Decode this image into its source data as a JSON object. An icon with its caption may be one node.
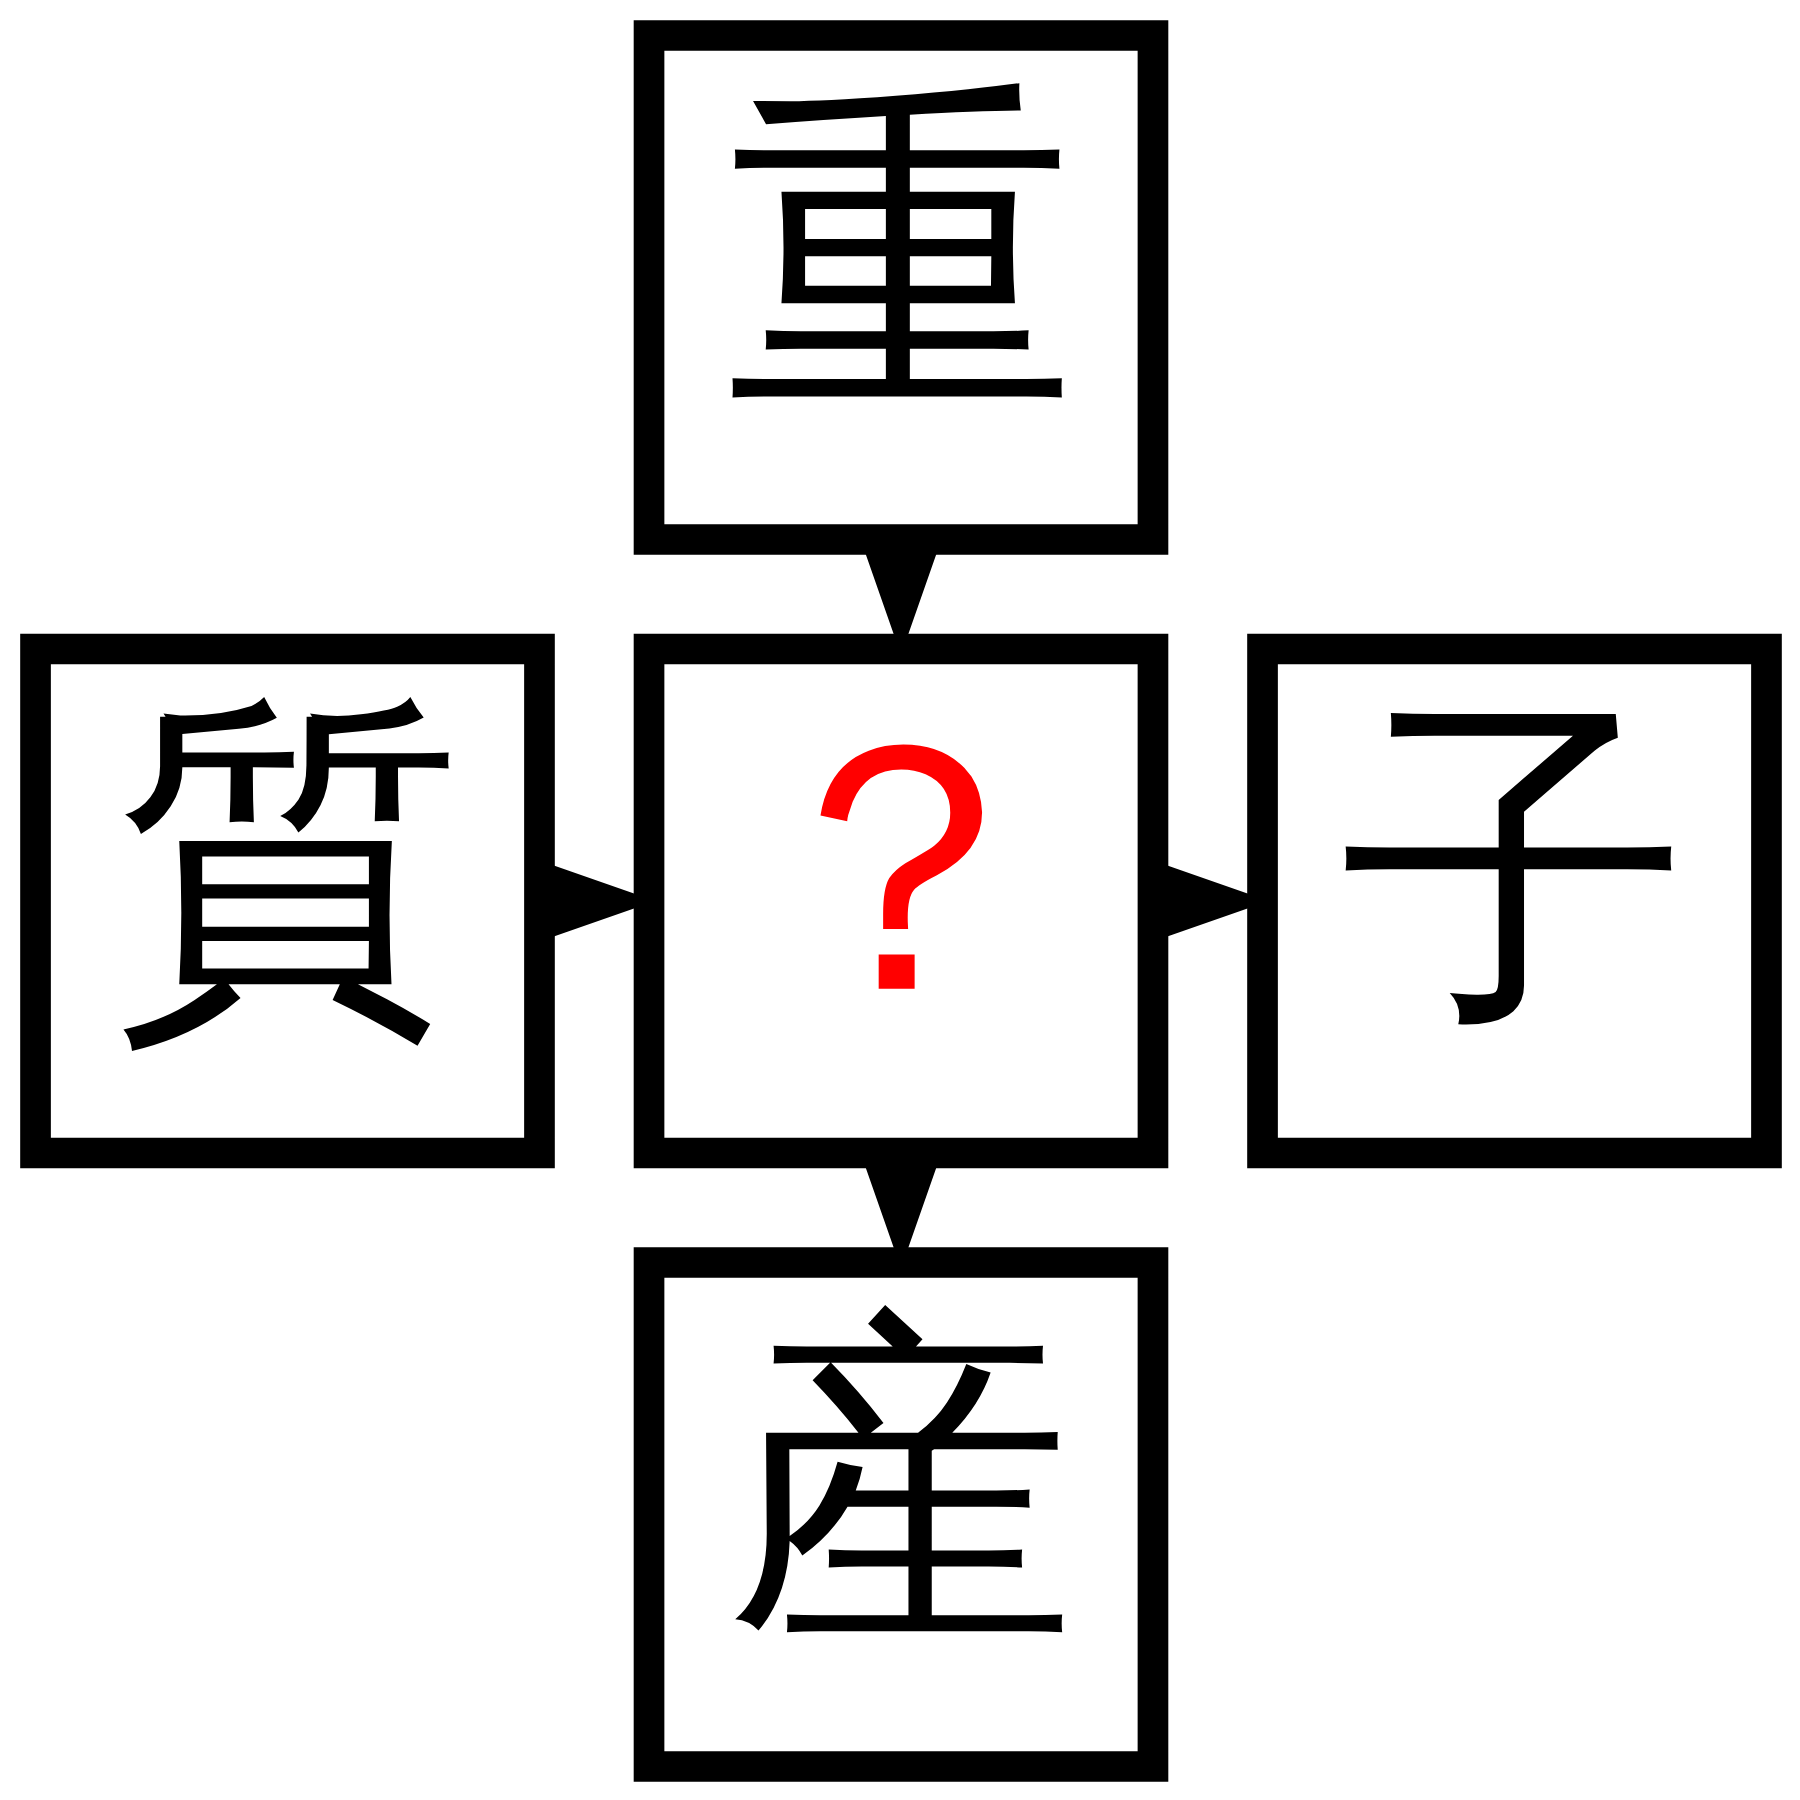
{
  "diagram": {
    "nodes": [
      {
        "text": [
          "重"
        ]
      },
      {
        "text": [
          "質"
        ]
      },
      {
        "text": [
          "？"
        ]
      },
      {
        "text": [
          "子"
        ]
      },
      {
        "text": [
          "産"
        ]
      }
    ],
    "edges": [
      {
        "from": 0,
        "to": 2,
        "arrow": "to"
      },
      {
        "from": 1,
        "to": 2,
        "arrow": "to"
      },
      {
        "from": 2,
        "to": 3,
        "arrow": "to"
      },
      {
        "from": 2,
        "to": 4,
        "arrow": "to"
      }
    ]
  }
}
